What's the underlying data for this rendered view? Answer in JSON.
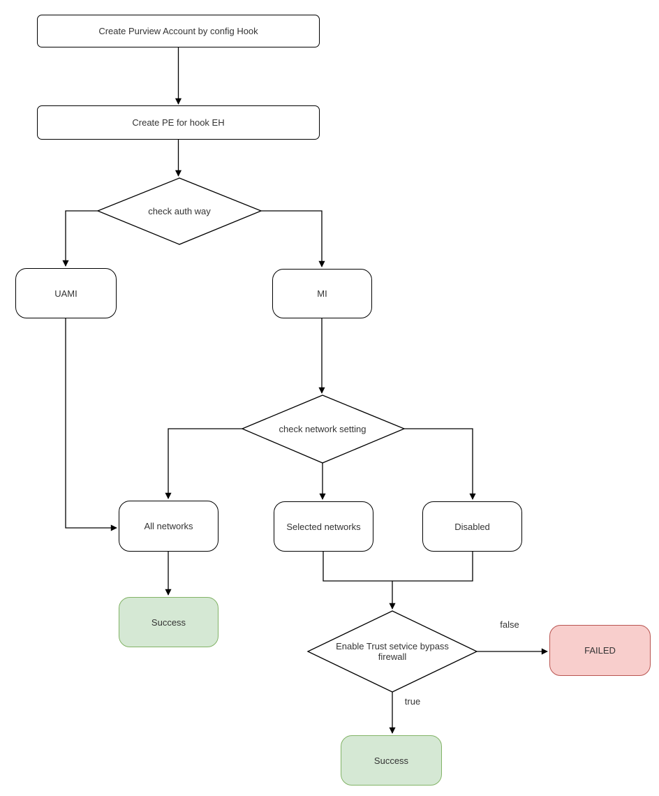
{
  "diagram": {
    "type": "flowchart",
    "nodes": {
      "create_account": {
        "label": "Create Purview Account by config Hook",
        "shape": "rectangle",
        "fill": "#ffffff"
      },
      "create_pe": {
        "label": "Create PE for hook EH",
        "shape": "rectangle",
        "fill": "#ffffff"
      },
      "check_auth": {
        "label": "check auth way",
        "shape": "diamond",
        "fill": "#ffffff"
      },
      "uami": {
        "label": "UAMI",
        "shape": "rounded",
        "fill": "#ffffff"
      },
      "mi": {
        "label": "MI",
        "shape": "rounded",
        "fill": "#ffffff"
      },
      "check_network": {
        "label": "check network setting",
        "shape": "diamond",
        "fill": "#ffffff"
      },
      "all_networks": {
        "label": "All networks",
        "shape": "rounded",
        "fill": "#ffffff"
      },
      "selected_networks": {
        "label": "Selected networks",
        "shape": "rounded",
        "fill": "#ffffff"
      },
      "disabled": {
        "label": "Disabled",
        "shape": "rounded",
        "fill": "#ffffff"
      },
      "success_left": {
        "label": "Success",
        "shape": "rounded",
        "fill": "#d5e8d4",
        "border": "#82b366"
      },
      "trust_service": {
        "label": "Enable Trust setvice bypass firewall",
        "shape": "diamond",
        "fill": "#ffffff"
      },
      "failed": {
        "label": "FAILED",
        "shape": "rounded",
        "fill": "#f8cecc",
        "border": "#b85450"
      },
      "success_bottom": {
        "label": "Success",
        "shape": "rounded",
        "fill": "#d5e8d4",
        "border": "#82b366"
      }
    },
    "edge_labels": {
      "false_label": "false",
      "true_label": "true"
    },
    "edges": [
      {
        "from": "create_account",
        "to": "create_pe"
      },
      {
        "from": "create_pe",
        "to": "check_auth"
      },
      {
        "from": "check_auth",
        "to": "uami"
      },
      {
        "from": "check_auth",
        "to": "mi"
      },
      {
        "from": "mi",
        "to": "check_network"
      },
      {
        "from": "check_network",
        "to": "all_networks"
      },
      {
        "from": "check_network",
        "to": "selected_networks"
      },
      {
        "from": "check_network",
        "to": "disabled"
      },
      {
        "from": "uami",
        "to": "all_networks"
      },
      {
        "from": "all_networks",
        "to": "success_left"
      },
      {
        "from": "selected_networks",
        "to": "trust_service"
      },
      {
        "from": "disabled",
        "to": "trust_service"
      },
      {
        "from": "trust_service",
        "to": "failed",
        "label": "false"
      },
      {
        "from": "trust_service",
        "to": "success_bottom",
        "label": "true"
      }
    ],
    "colors": {
      "line": "#000000",
      "node_fill": "#ffffff",
      "text": "#333333",
      "success_fill": "#d5e8d4",
      "success_border": "#82b366",
      "failed_fill": "#f8cecc",
      "failed_border": "#b85450"
    }
  }
}
